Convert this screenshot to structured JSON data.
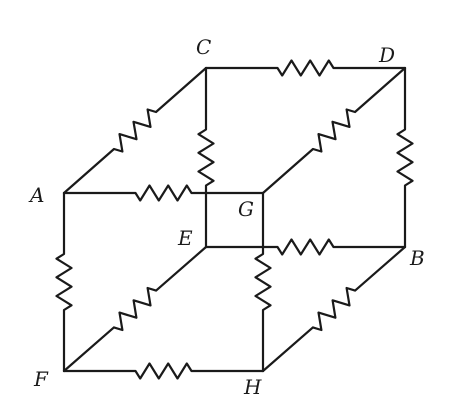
{
  "nodes": [
    {
      "id": "A",
      "label": "A"
    },
    {
      "id": "B",
      "label": "B"
    },
    {
      "id": "C",
      "label": "C"
    },
    {
      "id": "D",
      "label": "D"
    },
    {
      "id": "E",
      "label": "E"
    },
    {
      "id": "F",
      "label": "F"
    },
    {
      "id": "G",
      "label": "G"
    },
    {
      "id": "H",
      "label": "H"
    }
  ],
  "edges": [
    {
      "from": "C",
      "to": "D",
      "component": "resistor"
    },
    {
      "from": "A",
      "to": "C",
      "component": "resistor"
    },
    {
      "from": "C",
      "to": "E",
      "component": "resistor"
    },
    {
      "from": "D",
      "to": "G",
      "component": "resistor"
    },
    {
      "from": "D",
      "to": "B",
      "component": "resistor"
    },
    {
      "from": "A",
      "to": "G",
      "component": "resistor"
    },
    {
      "from": "E",
      "to": "B",
      "component": "resistor"
    },
    {
      "from": "G",
      "to": "H",
      "component": "resistor"
    },
    {
      "from": "A",
      "to": "F",
      "component": "resistor"
    },
    {
      "from": "F",
      "to": "E",
      "component": "resistor"
    },
    {
      "from": "H",
      "to": "B",
      "component": "resistor"
    },
    {
      "from": "F",
      "to": "H",
      "component": "resistor"
    }
  ]
}
